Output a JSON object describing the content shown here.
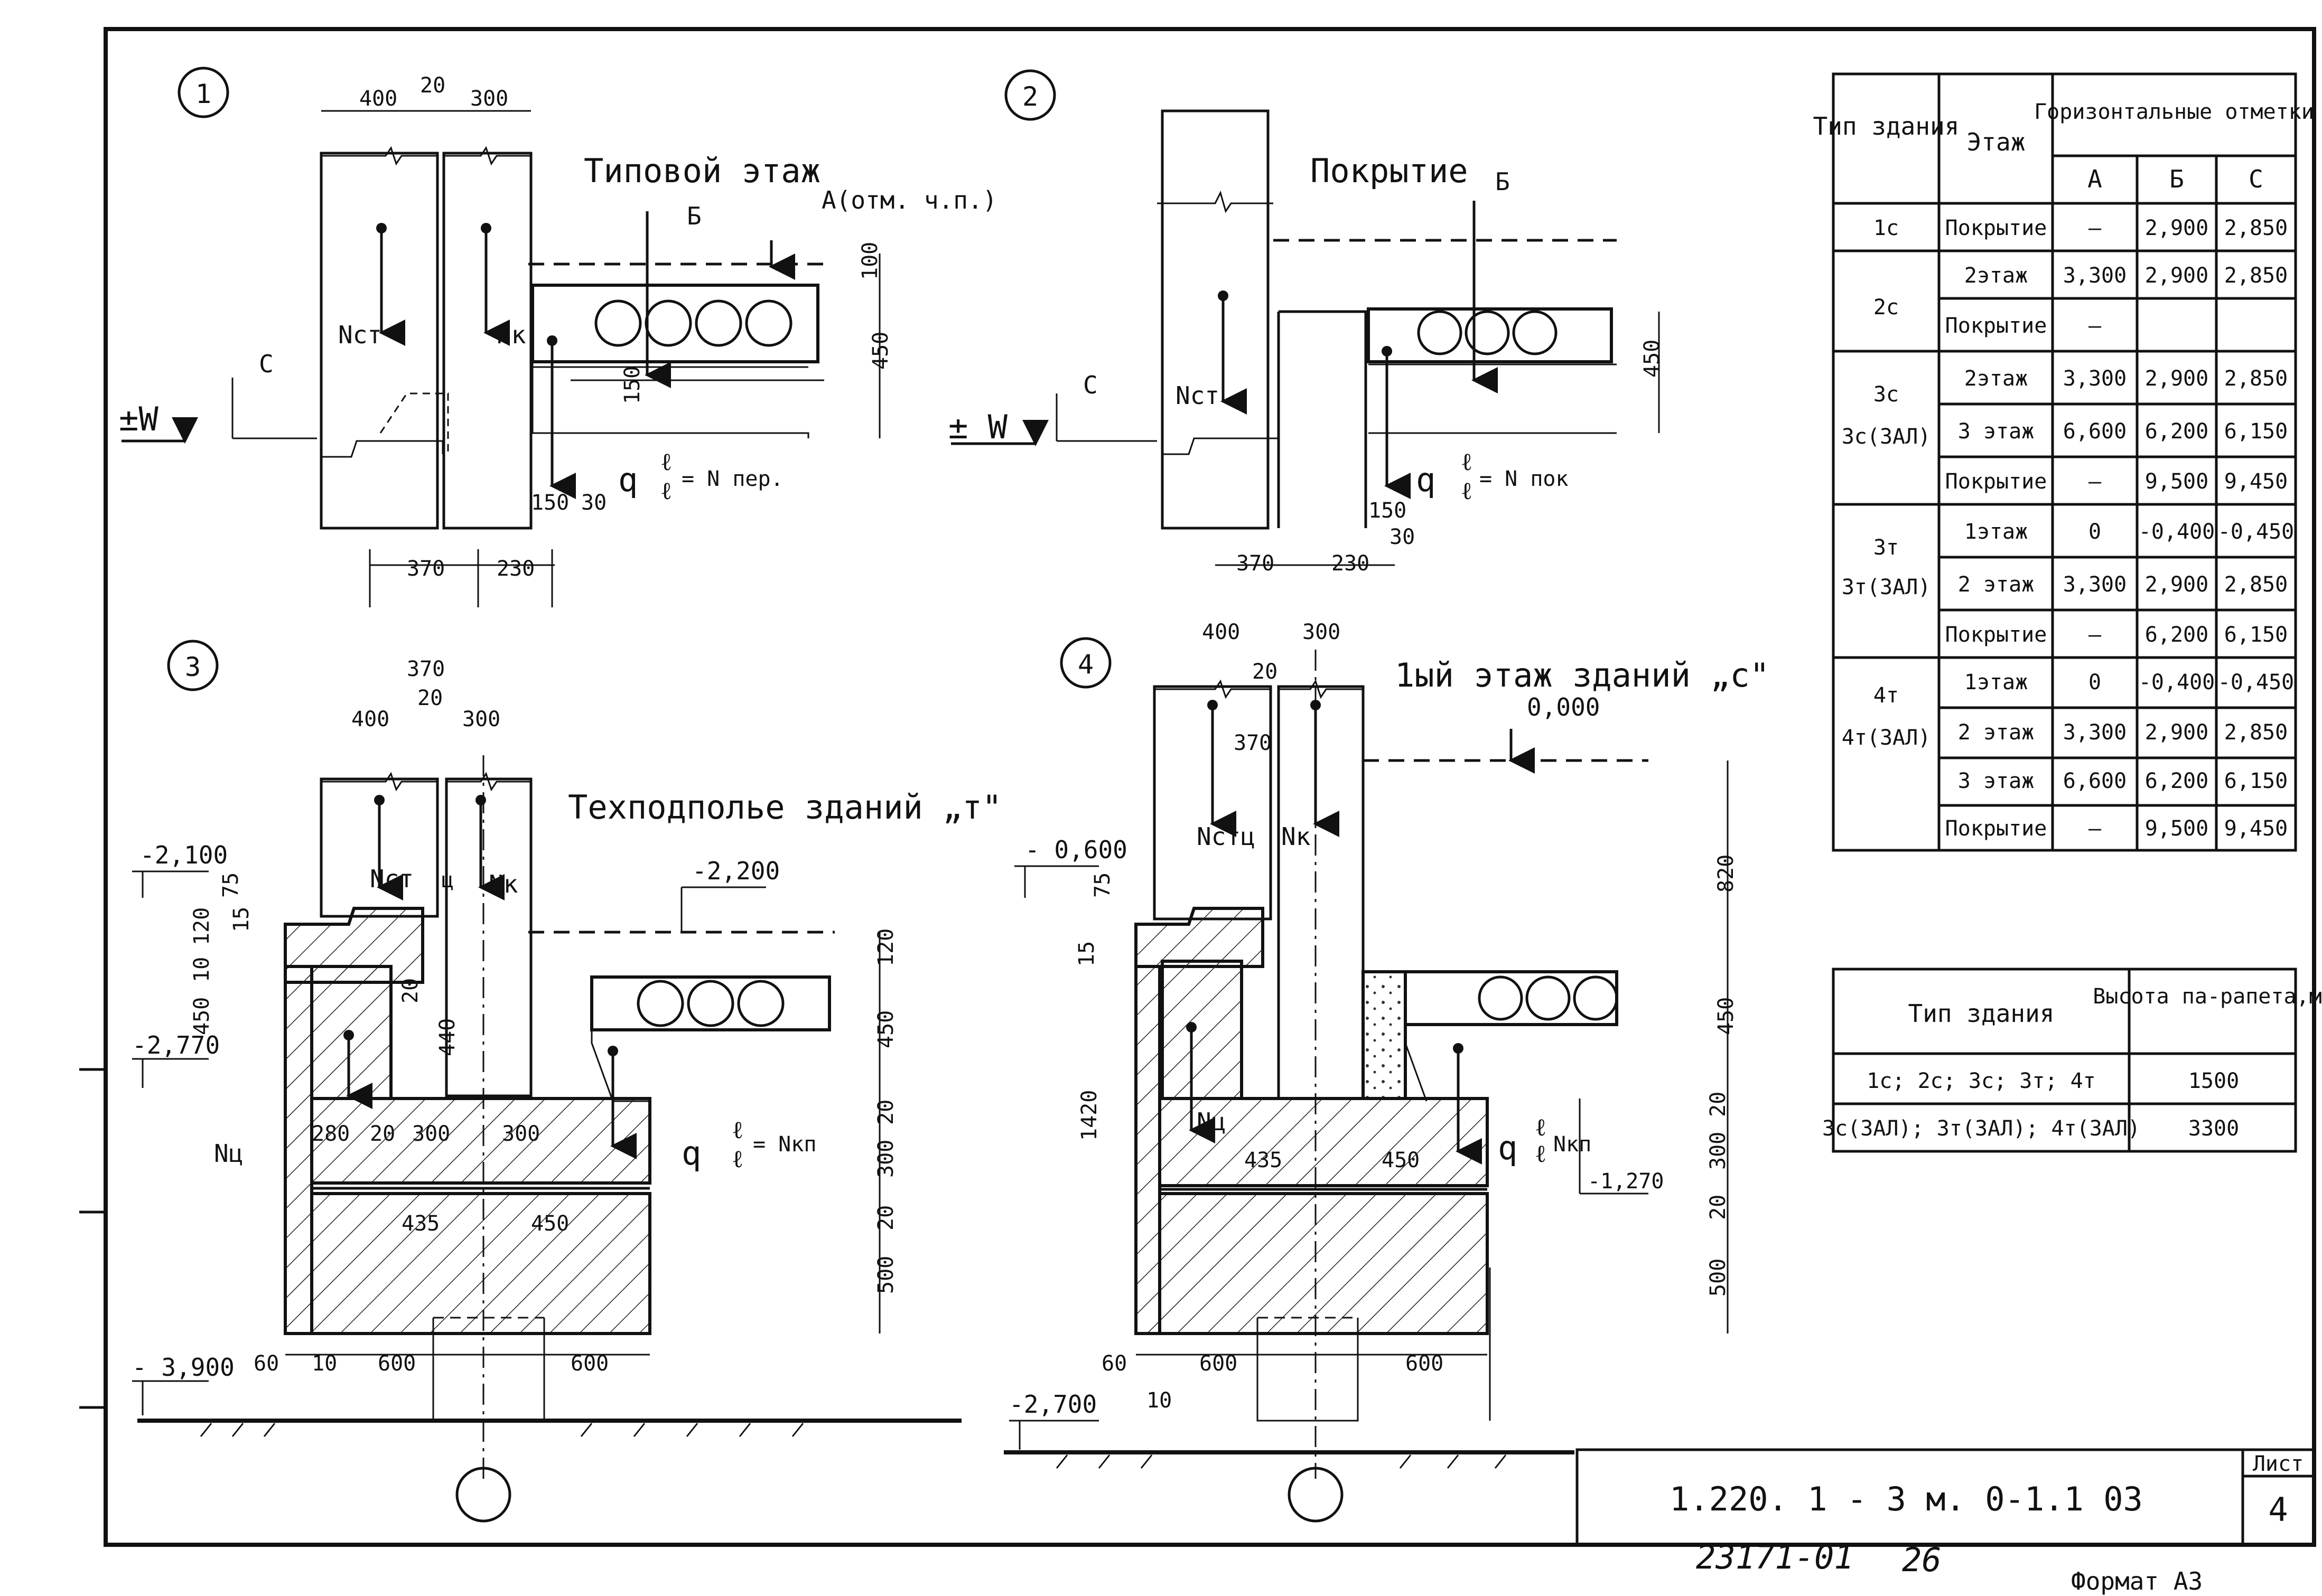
{
  "details": [
    {
      "number": "1",
      "title": "Типовой этаж",
      "mark_a": "А(отм. ч.п.)",
      "mark_b": "Б",
      "mark_c": "С",
      "wind": "±W",
      "n_wall": "Nст",
      "n_col": "Nк",
      "load": "q",
      "frac_top": "ℓ",
      "frac_bot": "ℓ",
      "n_load": "= N пер.",
      "dim_top": [
        "400",
        "20",
        "300"
      ],
      "dim_bottom": [
        "370",
        "230"
      ],
      "dim_right": [
        "100",
        "450"
      ],
      "dim_small": [
        "150",
        "150",
        "30"
      ]
    },
    {
      "number": "2",
      "title": "Покрытие",
      "mark_b": "Б",
      "mark_c": "С",
      "wind": "± W",
      "n_wall": "Nст",
      "load": "q",
      "frac_top": "ℓ",
      "frac_bot": "ℓ",
      "n_load": "= N пок",
      "dim_bottom": [
        "370",
        "230",
        "30"
      ],
      "dim_right": [
        "450"
      ],
      "dim_small": [
        "150"
      ]
    },
    {
      "number": "3",
      "title": "Техподполье зданий „т\"",
      "mark_left_top": "-2,100",
      "mark_left_mid": "-2,770",
      "mark_right": "-2,200",
      "mark_bottom": "- 3,900",
      "n_wall": "Nст",
      "n_c": "ц",
      "n_col": "Nк",
      "n_found": "Nц",
      "load": "q",
      "frac_top": "ℓ",
      "frac_bot": "ℓ",
      "n_load": "= Nкп",
      "dim_top": [
        "370",
        "20",
        "400",
        "300"
      ],
      "dim_left": [
        "75",
        "15",
        "120",
        "10",
        "450"
      ],
      "dim_inner": [
        "20",
        "440",
        "280",
        "20",
        "300",
        "300",
        "435",
        "450"
      ],
      "dim_right": [
        "120",
        "450",
        "20",
        "300",
        "20",
        "500"
      ],
      "dim_bottom": [
        "60",
        "10",
        "600",
        "600"
      ]
    },
    {
      "number": "4",
      "title": "1ый этаж зданий „с\"",
      "mark_top": "0,000",
      "mark_left_top": "- 0,600",
      "mark_right": "-1,270",
      "mark_bottom": "-2,700",
      "n_wall": "Nстц",
      "n_col": "Nк",
      "n_found": "Nц",
      "load": "q",
      "frac_top": "ℓ",
      "frac_bot": "ℓ",
      "n_load": "Nкп",
      "dim_top": [
        "400",
        "20",
        "300",
        "370"
      ],
      "dim_left": [
        "75",
        "15",
        "1420"
      ],
      "dim_inner": [
        "435",
        "450"
      ],
      "dim_right": [
        "820",
        "450",
        "20",
        "300",
        "20",
        "500"
      ],
      "dim_bottom": [
        "60",
        "10",
        "600",
        "600"
      ]
    }
  ],
  "marks_table": {
    "headers": [
      "Тип здания",
      "Этаж",
      "Горизонтальные отметки"
    ],
    "subheaders": [
      "А",
      "Б",
      "С"
    ],
    "rows": [
      {
        "type": "1с",
        "floor": "Покрытие",
        "a": "—",
        "b": "2,900",
        "c": "2,850"
      },
      {
        "type": "2с",
        "floor": "2этаж",
        "a": "3,300",
        "b": "2,900",
        "c": "2,850"
      },
      {
        "type": "",
        "floor": "Покрытие",
        "a": "—",
        "b": "",
        "c": ""
      },
      {
        "type": "3с",
        "floor": "2этаж",
        "a": "3,300",
        "b": "2,900",
        "c": "2,850"
      },
      {
        "type": "3с(ЗАЛ)",
        "floor": "3 этаж",
        "a": "6,600",
        "b": "6,200",
        "c": "6,150"
      },
      {
        "type": "",
        "floor": "Покрытие",
        "a": "—",
        "b": "9,500",
        "c": "9,450"
      },
      {
        "type": "3т",
        "floor": "1этаж",
        "a": "0",
        "b": "-0,400",
        "c": "-0,450"
      },
      {
        "type": "3т(ЗАЛ)",
        "floor": "2 этаж",
        "a": "3,300",
        "b": "2,900",
        "c": "2,850"
      },
      {
        "type": "",
        "floor": "Покрытие",
        "a": "—",
        "b": "6,200",
        "c": "6,150"
      },
      {
        "type": "4т",
        "floor": "1этаж",
        "a": "0",
        "b": "-0,400",
        "c": "-0,450"
      },
      {
        "type": "4т(ЗАЛ)",
        "floor": "2 этаж",
        "a": "3,300",
        "b": "2,900",
        "c": "2,850"
      },
      {
        "type": "",
        "floor": "3 этаж",
        "a": "6,600",
        "b": "6,200",
        "c": "6,150"
      },
      {
        "type": "",
        "floor": "Покрытие",
        "a": "—",
        "b": "9,500",
        "c": "9,450"
      }
    ]
  },
  "parapet_table": {
    "headers": [
      "Тип здания",
      "Высота па-рапета,мм"
    ],
    "rows": [
      {
        "types": "1с; 2с; 3с; 3т; 4т",
        "height": "1500"
      },
      {
        "types": "3с(ЗАЛ); 3т(ЗАЛ); 4т(ЗАЛ)",
        "height": "3300"
      }
    ]
  },
  "title_block": {
    "code": "1.220. 1 - 3 м. 0-1.1 03",
    "sheet_label": "Лист",
    "sheet_no": "4",
    "archive_no": "23171-01",
    "archive_sub": "26",
    "format": "Формат А3"
  }
}
